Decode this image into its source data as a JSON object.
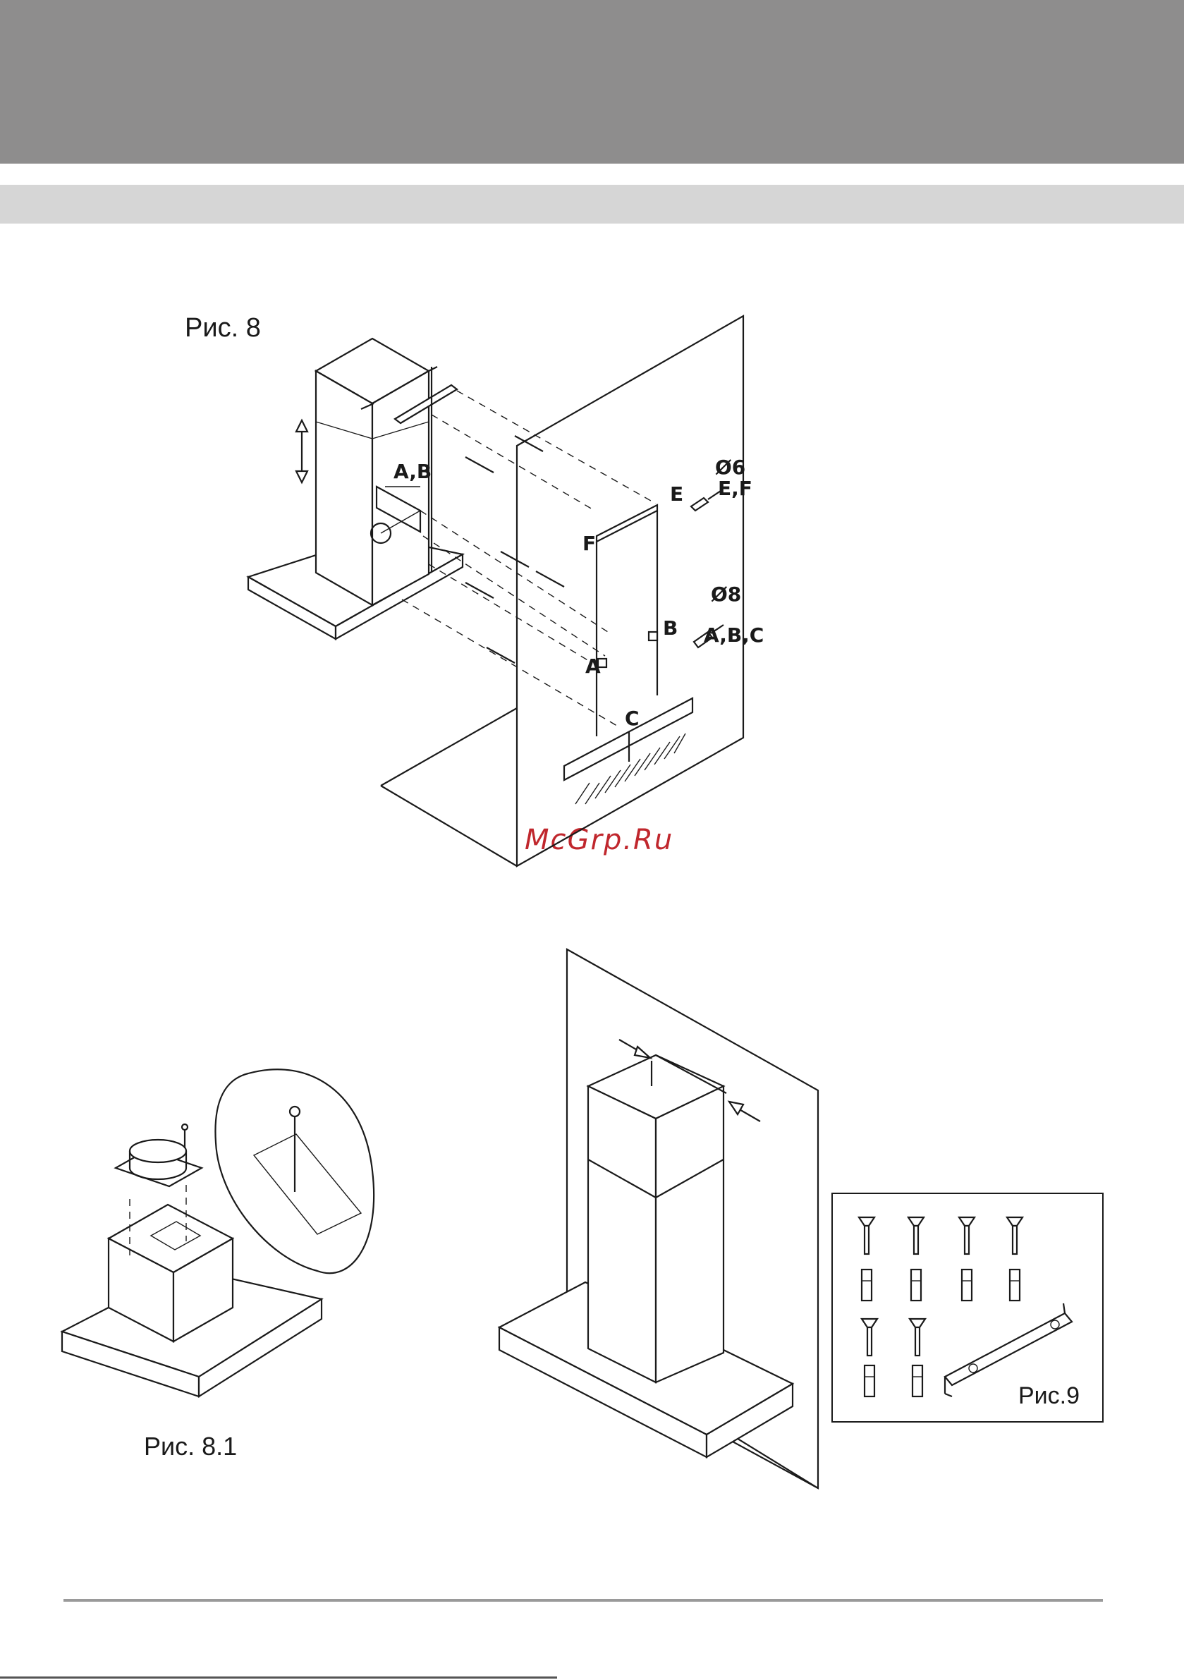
{
  "figures": {
    "fig8": {
      "label": "Рис. 8"
    },
    "fig8_1": {
      "label": "Рис. 8.1"
    },
    "fig9": {
      "label": "Рис.9"
    }
  },
  "callouts": {
    "ab_top": "A,B",
    "e": "E",
    "f": "F",
    "d6": "Ø6",
    "ef": "E,F",
    "d8": "Ø8",
    "abc": "A,B,C",
    "a": "A",
    "b": "B",
    "c": "C"
  },
  "watermark": "McGrp.Ru",
  "colors": {
    "header": "#8e8d8d",
    "subheader": "#d6d6d6",
    "watermark": "#c0272d",
    "line": "#1a1a1a"
  }
}
